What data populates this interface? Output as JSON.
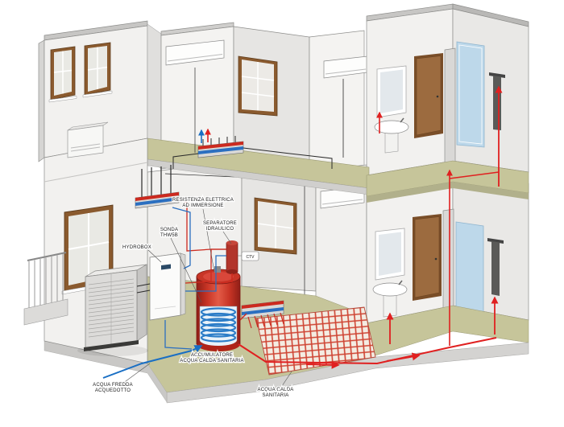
{
  "diagram": {
    "type": "residential-heat-pump-system-cutaway",
    "labels": {
      "resistenza": [
        "RESISTENZA ELETTRICA",
        "AD IMMERSIONE"
      ],
      "sonda": [
        "SONDA",
        "THW5B"
      ],
      "separatore": [
        "SEPARATORE",
        "IDRAULICO"
      ],
      "hydrobox": [
        "HYDROBOX"
      ],
      "ctv": [
        "CTV"
      ],
      "accumulatore": [
        "ACCUMULATORE",
        "ACQUA CALDA SANITARIA"
      ],
      "acqua_fredda": [
        "ACQUA FREDDA",
        "ACQUEDOTTO"
      ],
      "acqua_calda": [
        "ACQUA CALDA",
        "SANITARIA"
      ]
    },
    "colors": {
      "hot_water": "#e02020",
      "cold_water": "#1a6fc4",
      "floor": "#c6c59a",
      "wall": "#f2f1ef",
      "wood": "#8a5a2e",
      "shower_glass": "#bdd8ea"
    }
  }
}
